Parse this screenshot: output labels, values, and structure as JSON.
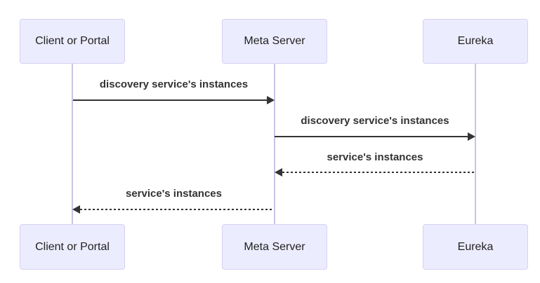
{
  "diagram": {
    "type": "sequence",
    "actors": [
      {
        "id": "client",
        "label": "Client or Portal"
      },
      {
        "id": "meta",
        "label": "Meta Server"
      },
      {
        "id": "eureka",
        "label": "Eureka"
      }
    ],
    "messages": [
      {
        "from": "client",
        "to": "meta",
        "label": "discovery service's instances",
        "style": "solid",
        "direction": "right"
      },
      {
        "from": "meta",
        "to": "eureka",
        "label": "discovery service's instances",
        "style": "solid",
        "direction": "right"
      },
      {
        "from": "eureka",
        "to": "meta",
        "label": "service's instances",
        "style": "dashed",
        "direction": "left"
      },
      {
        "from": "meta",
        "to": "client",
        "label": "service's instances",
        "style": "dashed",
        "direction": "left"
      }
    ],
    "colors": {
      "background": "#ffffff",
      "actor_fill": "#ececff",
      "actor_border": "#d9cff2",
      "lifeline": "#cbc3e6",
      "message_line": "#333333",
      "message_text": "#333333",
      "actor_text": "#222222"
    }
  }
}
